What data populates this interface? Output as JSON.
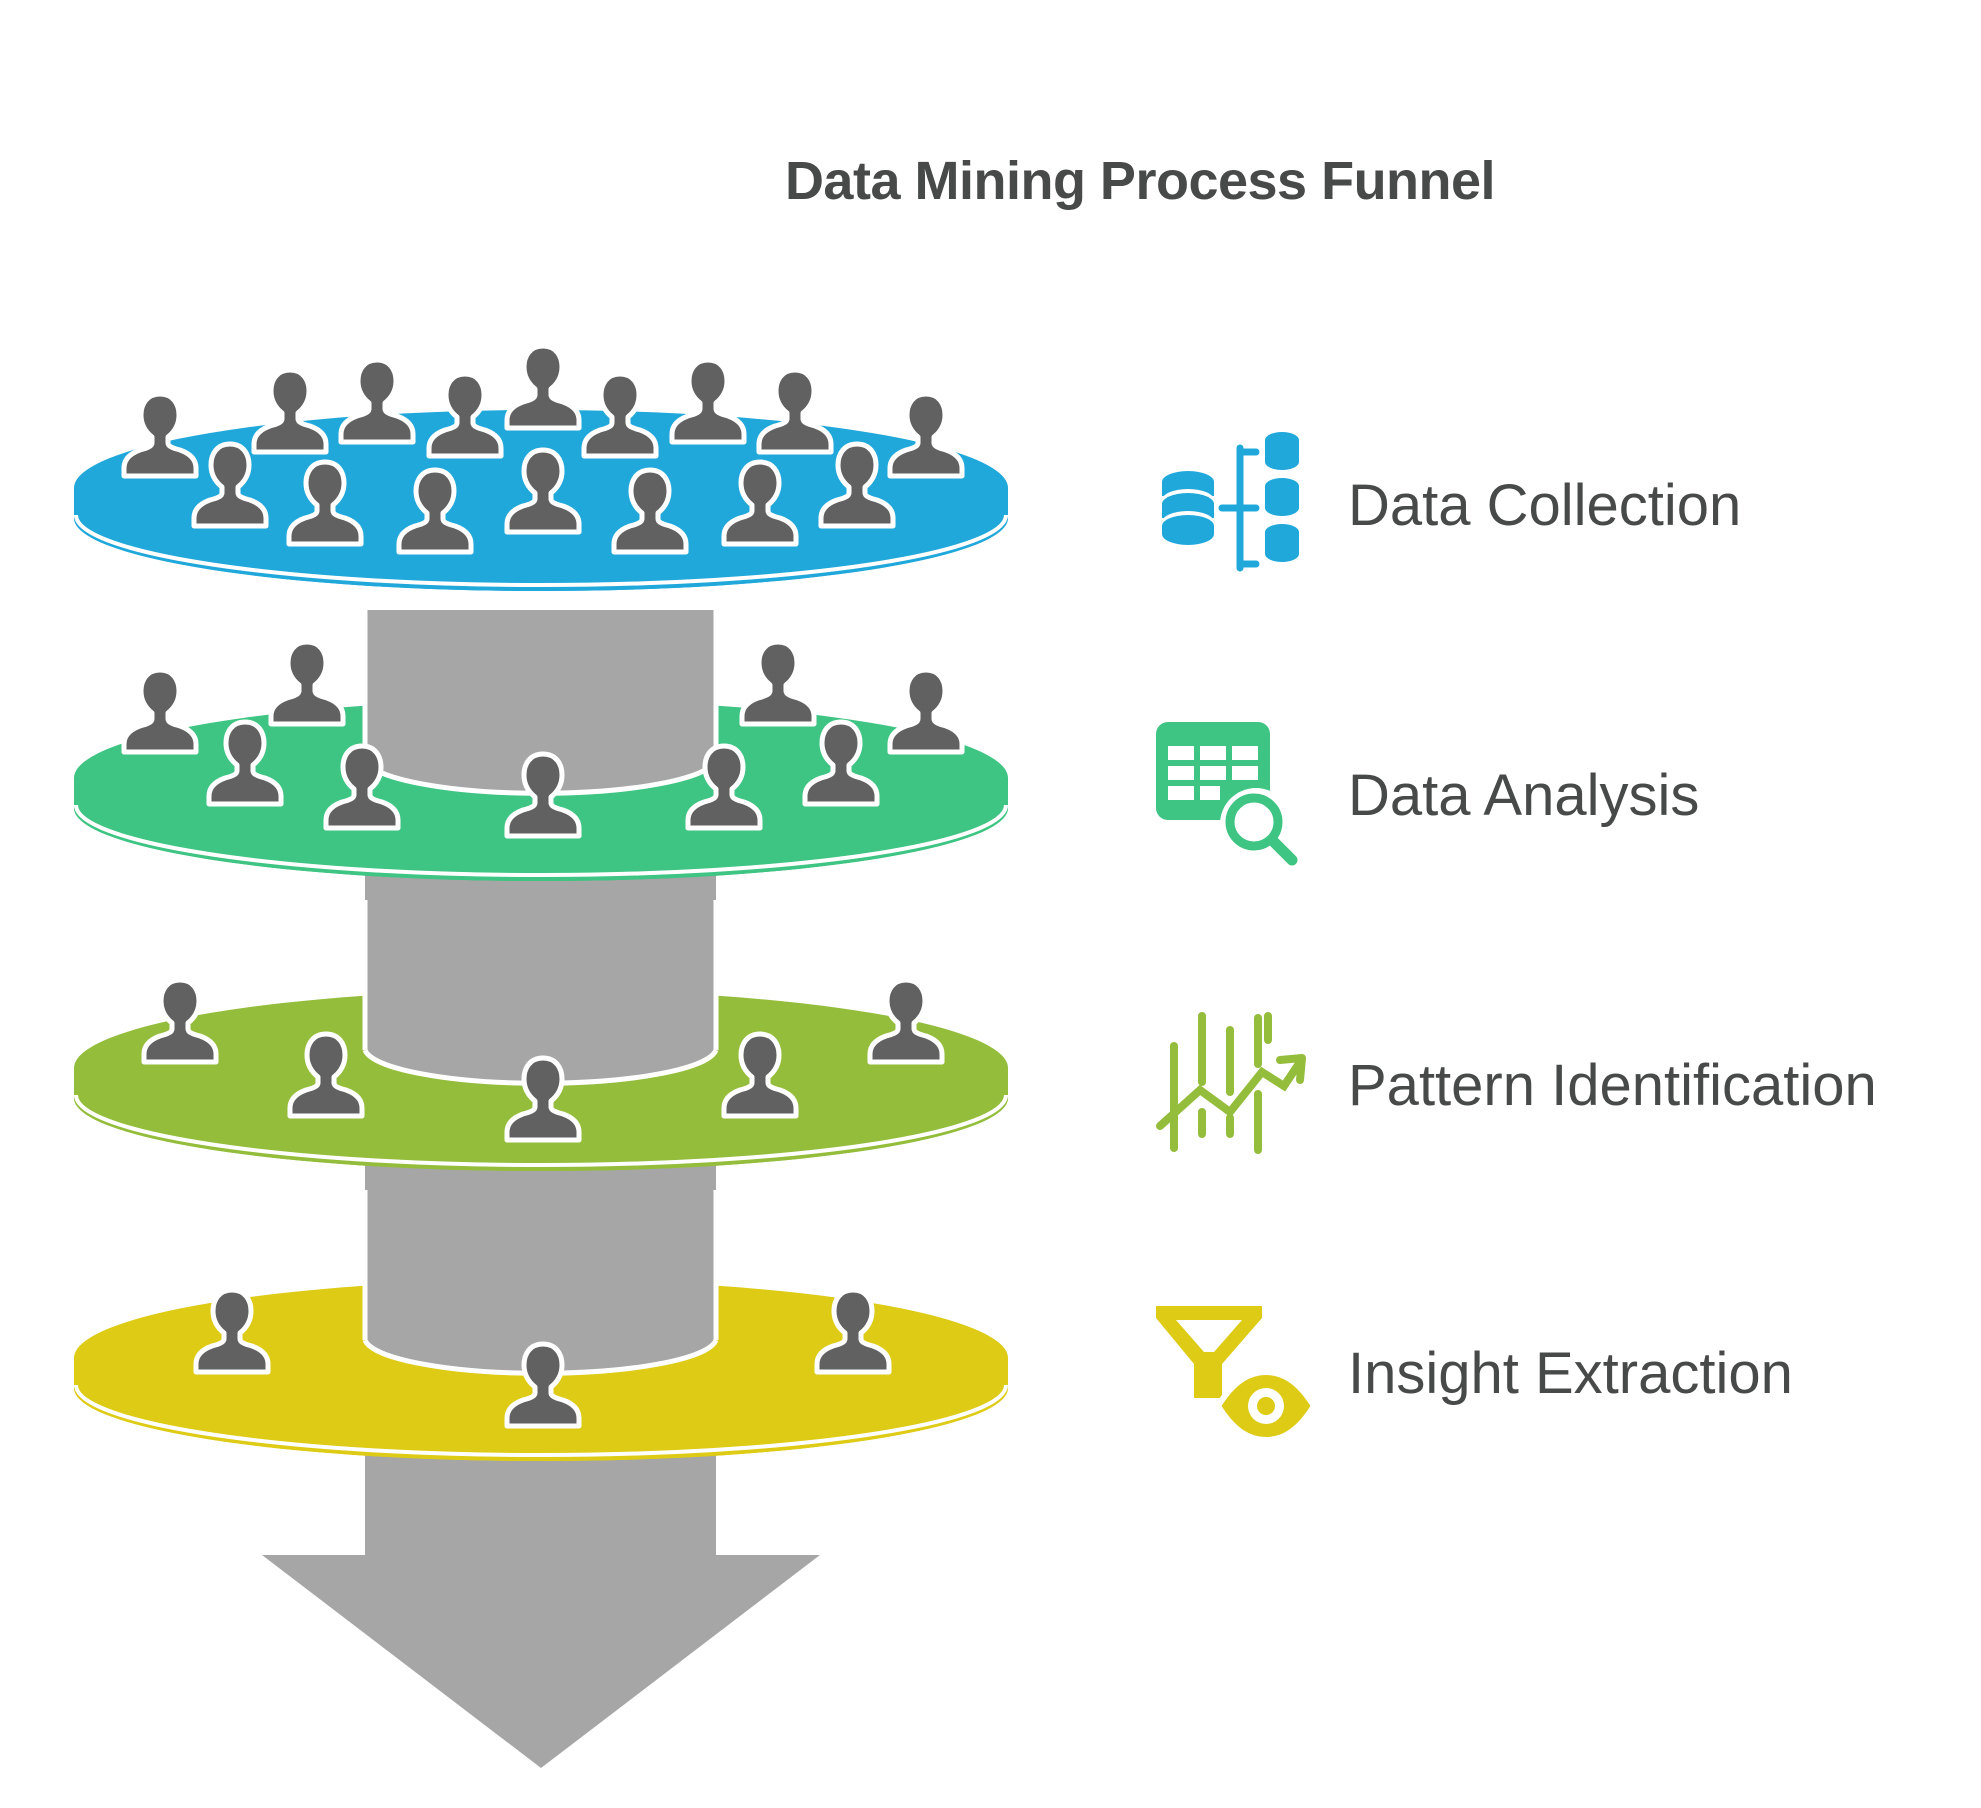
{
  "title": "Data Mining Process Funnel",
  "stages": [
    {
      "label": "Data Collection",
      "icon": "database-split-icon",
      "color": "#21a8db"
    },
    {
      "label": "Data Analysis",
      "icon": "table-search-icon",
      "color": "#3ec483"
    },
    {
      "label": "Pattern Identification",
      "icon": "trend-chart-icon",
      "color": "#95bd3c"
    },
    {
      "label": "Insight Extraction",
      "icon": "funnel-eye-icon",
      "color": "#decb15"
    }
  ],
  "people_icon_color": "#616161",
  "core_color": "#a6a6a6"
}
